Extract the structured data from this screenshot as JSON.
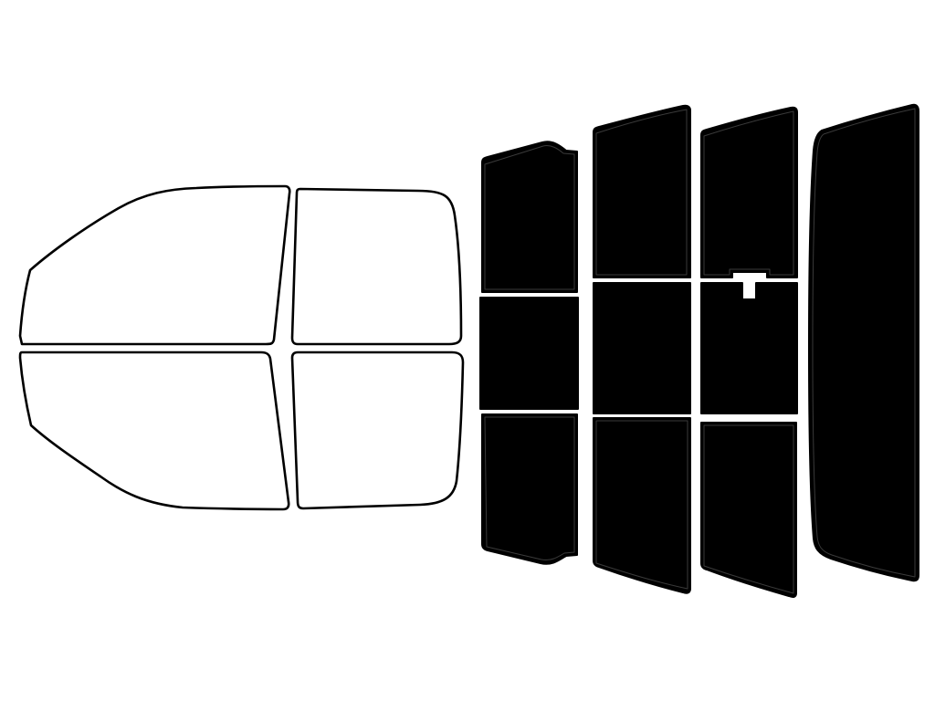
{
  "diagram": {
    "kind": "window tint template",
    "colors": {
      "background": "#ffffff",
      "untinted_fill": "#ffffff",
      "tinted_fill": "#000000",
      "outline": "#000000",
      "inner_outline": "#3a3a3a"
    },
    "groups": [
      {
        "name": "front",
        "tinted": false,
        "pieces": [
          "upper-left",
          "upper-right",
          "lower-left",
          "lower-right"
        ]
      },
      {
        "name": "rear-column-1",
        "tinted": true,
        "pieces": [
          "top",
          "middle",
          "bottom"
        ]
      },
      {
        "name": "rear-column-2",
        "tinted": true,
        "pieces": [
          "top",
          "middle",
          "bottom"
        ]
      },
      {
        "name": "rear-column-3",
        "tinted": true,
        "pieces": [
          "top",
          "middle",
          "bottom"
        ]
      },
      {
        "name": "rear-windshield",
        "tinted": true,
        "pieces": [
          "full"
        ]
      }
    ]
  }
}
